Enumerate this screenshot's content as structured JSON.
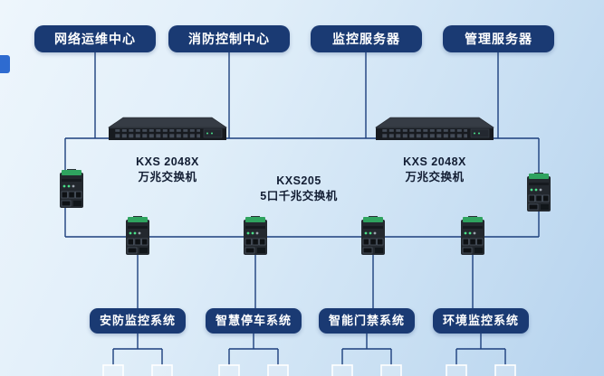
{
  "diagram": {
    "top_nodes": [
      {
        "label": "网络运维中心"
      },
      {
        "label": "消防控制中心"
      },
      {
        "label": "监控服务器"
      },
      {
        "label": "管理服务器"
      }
    ],
    "switch_labels": {
      "left_core_line1": "KXS 2048X",
      "left_core_line2": "万兆交换机",
      "right_core_line1": "KXS 2048X",
      "right_core_line2": "万兆交换机",
      "access_line1": "KXS205",
      "access_line2": "5口千兆交换机"
    },
    "bottom_nodes": [
      {
        "label": "安防监控系统"
      },
      {
        "label": "智慧停车系统"
      },
      {
        "label": "智能门禁系统"
      },
      {
        "label": "环境监控系统"
      }
    ]
  },
  "colors": {
    "line": "#1c3f7d",
    "node_bg": "#1a3a73",
    "node_text": "#ffffff",
    "switch_green": "#2fa35f"
  }
}
